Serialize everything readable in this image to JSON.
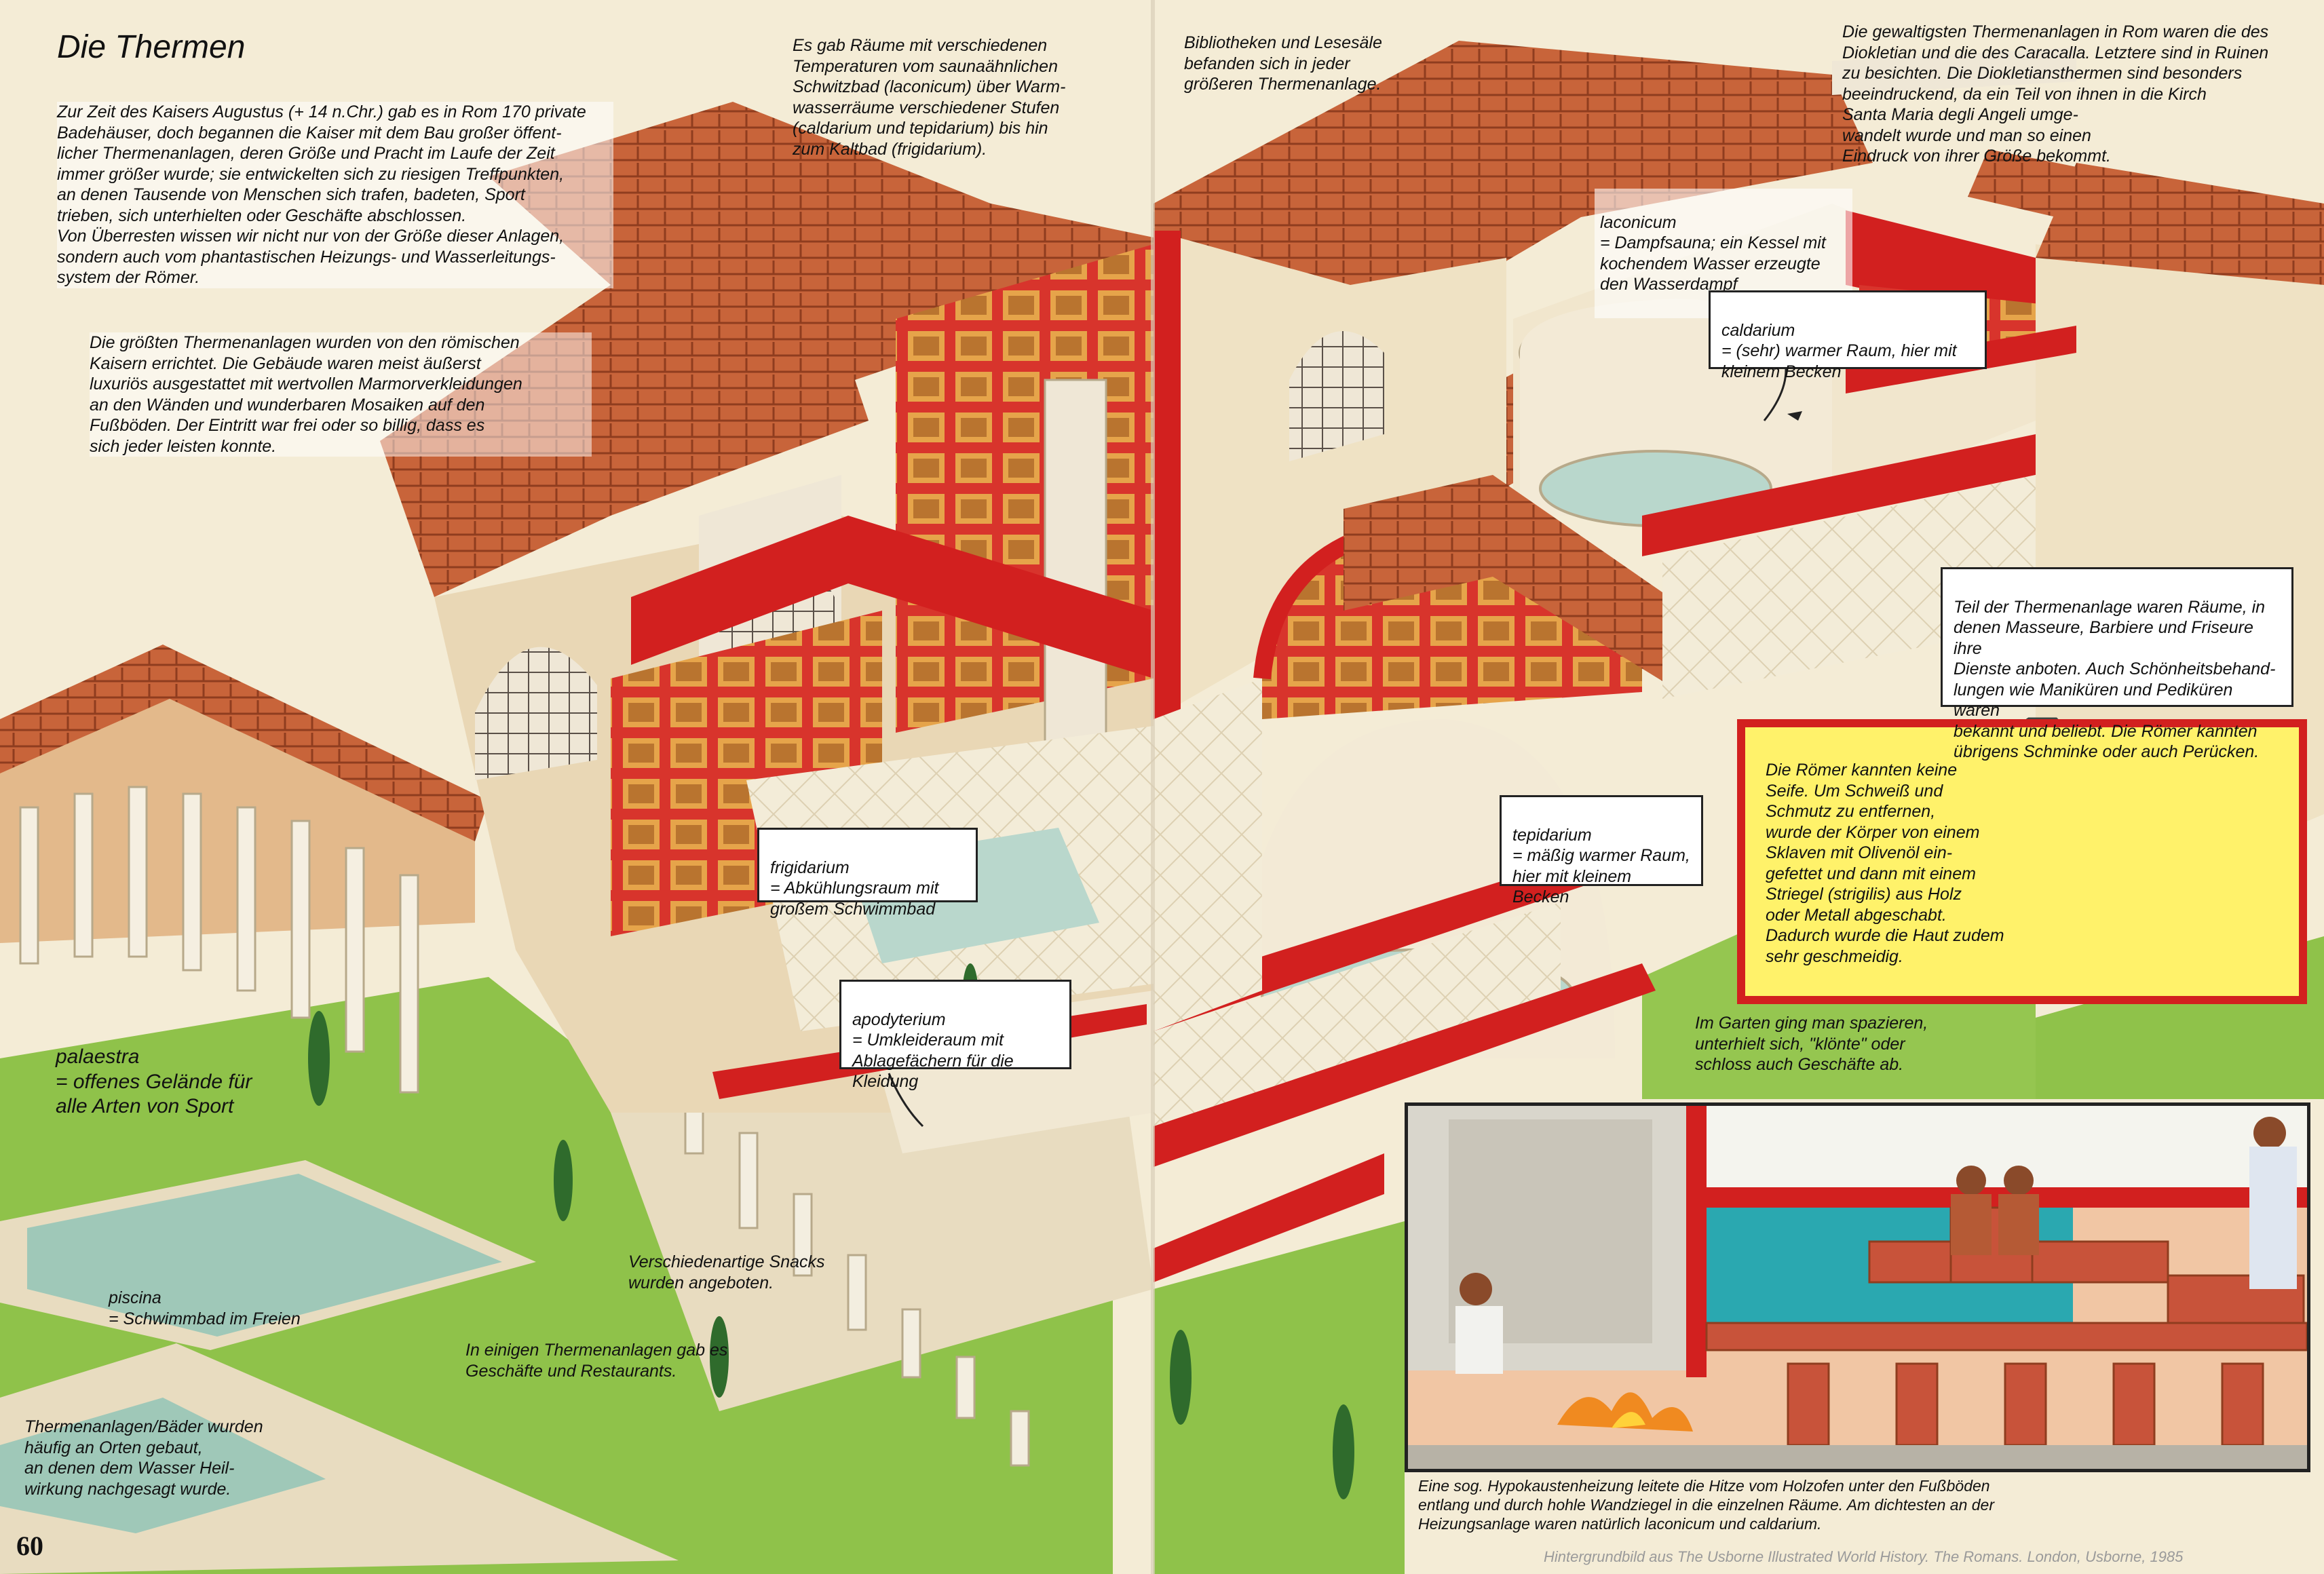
{
  "page": {
    "title": "Die Thermen",
    "page_number": "60",
    "credit": "Hintergrundbild aus The Usborne Illustrated World History. The Romans. London, Usborne, 1985"
  },
  "left": {
    "intro": "Zur Zeit des Kaisers Augustus (+ 14 n.Chr.) gab es in Rom 170 private\nBadehäuser, doch begannen die Kaiser mit dem Bau großer öffent-\nlicher Thermenanlagen, deren Größe und Pracht im Laufe der Zeit\nimmer größer wurde; sie entwickelten sich zu riesigen Treffpunkten,\nan denen Tausende von Menschen sich trafen, badeten, Sport\ntrieben, sich unterhielten oder Geschäfte abschlossen.\nVon Überresten wissen wir nicht nur von der Größe dieser Anlagen,\nsondern auch vom phantastischen Heizungs- und Wasserleitungs-\nsystem der Römer.",
    "emperors": "Die größten Thermenanlagen wurden von den römischen\nKaisern errichtet. Die Gebäude waren meist äußerst\nluxuriös ausgestattet mit wertvollen Marmorverkleidungen\nan den Wänden und wunderbaren Mosaiken auf den\nFußböden. Der Eintritt war frei oder so billig, dass es\nsich jeder leisten konnte.",
    "rooms": "Es gab Räume mit verschiedenen\nTemperaturen vom saunaähnlichen\nSchwitzbad (laconicum) über Warm-\nwasserräume verschiedener Stufen\n(caldarium und tepidarium) bis hin\nzum Kaltbad (frigidarium).",
    "palaestra": "palaestra\n=  offenes Gelände für\n    alle Arten von Sport",
    "piscina": "piscina\n=  Schwimmbad im Freien",
    "healing": "Thermenanlagen/Bäder wurden\nhäufig an Orten gebaut,\nan denen dem Wasser Heil-\nwirkung nachgesagt wurde.",
    "snacks": "Verschiedenartige Snacks\nwurden angeboten.",
    "shops": "In einigen Thermenanlagen gab es\nGeschäfte und Restaurants."
  },
  "labels": {
    "frigidarium": "frigidarium\n=  Abkühlungsraum mit\n    großem Schwimmbad",
    "apodyterium": "apodyterium\n=  Umkleideraum mit\n    Ablagefächern für die\n    Kleidung",
    "laconicum": "laconicum\n=  Dampfsauna; ein Kessel mit\n    kochendem Wasser erzeugte\n    den Wasserdampf",
    "caldarium": "caldarium\n=  (sehr) warmer Raum, hier mit\n    kleinem Becken",
    "tepidarium": "tepidarium\n=  mäßig warmer Raum,\n    hier mit kleinem\n    Becken"
  },
  "right": {
    "libraries": "Bibliotheken und Lesesäle\nbefanden sich in jeder\ngrößeren Thermenanlage.",
    "largest": "Die gewaltigsten Thermenanlagen in Rom waren die des\nDiokletian und die des Caracalla. Letztere sind in Ruinen\nzu besichten. Die Diokletiansthermen sind besonders\nbeeindruckend, da ein Teil von ihnen in die Kirch\nSanta Maria degli Angeli umge-\nwandelt wurde und man so einen\nEindruck von ihrer Größe bekommt.",
    "services": "Teil der Thermenanlage waren Räume, in\ndenen Masseure, Barbiere und Friseure ihre\nDienste anboten. Auch Schönheitsbehand-\nlungen wie Maniküren und Pediküren waren\nbekannt und beliebt. Die Römer kannten\nübrigens Schminke oder auch Perücken.",
    "soap": "Die  Römer kannten keine\nSeife. Um Schweiß und\nSchmutz zu entfernen,\nwurde der Körper von einem\nSklaven mit Olivenöl ein-\ngefettet und dann mit einem\nStriegel (strigilis) aus Holz\noder Metall abgeschabt.\nDadurch wurde die Haut zudem\nsehr geschmeidig.",
    "garden": "Im Garten ging man spazieren,\nunterhielt sich, \"klönte\" oder\nschloss auch Geschäfte ab.",
    "hypocaust": "Eine sog. Hypokaustenheizung leitete die Hitze vom Holzofen unter den Fußböden\nentlang und durch hohle Wandziegel in die einzelnen Räume. Am dichtesten an der\nHeizungsanlage waren natürlich laconicum und caldarium."
  },
  "colors": {
    "roof": "#c8643a",
    "wall_red": "#d2201f",
    "stone": "#efe3c6",
    "lawn": "#8fc24a",
    "water": "#9fc8b8",
    "soap_box": "#fff26a"
  }
}
